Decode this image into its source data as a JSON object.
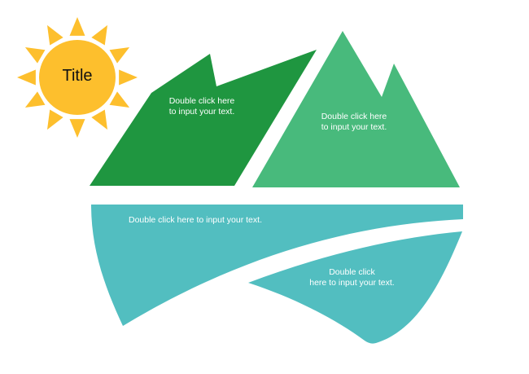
{
  "sun": {
    "title": "Title"
  },
  "shapes": [
    {
      "text": "Double click here\nto input your text."
    },
    {
      "text": "Double click here\nto input your text."
    },
    {
      "text": "Double click here to input your text."
    },
    {
      "text": "Double click\nhere to input your text."
    }
  ],
  "colors": {
    "sun": "#FDBF2D",
    "dark_green": "#1F9640",
    "light_green": "#48BA7C",
    "teal": "#52BEC0"
  }
}
